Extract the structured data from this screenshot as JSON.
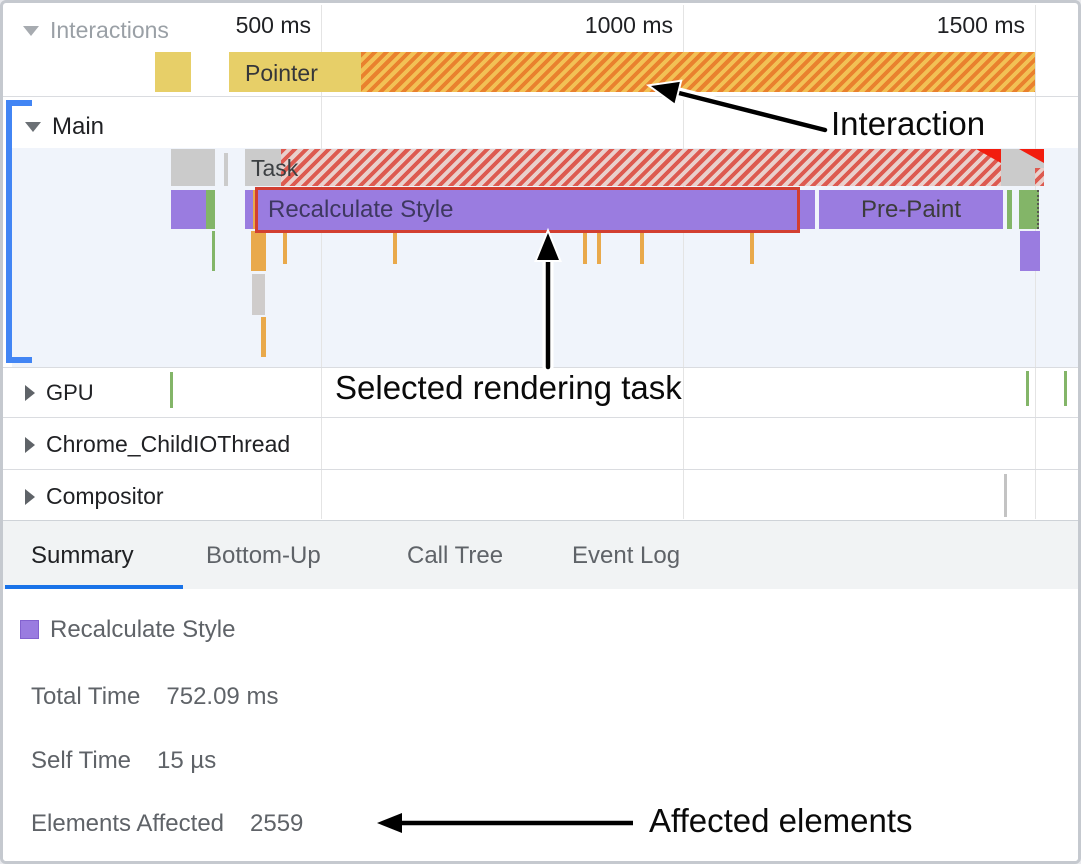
{
  "ruler": {
    "labels": [
      {
        "text": "500 ms"
      },
      {
        "text": "1000 ms"
      },
      {
        "text": "1500 ms"
      }
    ]
  },
  "tracks": {
    "interactions": {
      "label": "Interactions",
      "pointer": "Pointer"
    },
    "main": {
      "label": "Main",
      "task": "Task",
      "selected": "Recalculate Style",
      "prepaint": "Pre-Paint"
    },
    "gpu": {
      "label": "GPU"
    },
    "child_io": {
      "label": "Chrome_ChildIOThread"
    },
    "compositor": {
      "label": "Compositor"
    }
  },
  "annotations": {
    "interaction": "Interaction",
    "selected_task": "Selected rendering task",
    "affected": "Affected elements"
  },
  "tabs": [
    {
      "label": "Summary",
      "selected": true
    },
    {
      "label": "Bottom-Up",
      "selected": false
    },
    {
      "label": "Call Tree",
      "selected": false
    },
    {
      "label": "Event Log",
      "selected": false
    }
  ],
  "summary": {
    "event_name": "Recalculate Style",
    "rows": [
      {
        "label": "Total Time",
        "value": "752.09 ms"
      },
      {
        "label": "Self Time",
        "value": "15 µs"
      },
      {
        "label": "Elements Affected",
        "value": "2559"
      }
    ]
  },
  "colors": {
    "purple": "#9a7ce0",
    "green": "#83b568",
    "yellow": "#e7cf68",
    "orange": "#e9a94b",
    "gray-block": "#cbcbcb",
    "red-stripe": "#dd5a50",
    "red-stripe-bg": "#e9d0cc",
    "orange-stripe": "#e9812e",
    "orange-stripe-bg": "#f2c155",
    "selection-red": "#d23f31",
    "warn-red": "#f21d0e",
    "bracket-blue": "#4285f4",
    "tab-accent": "#1a73e8",
    "text-dark": "#202124",
    "text-gray": "#5f6368",
    "label-gray": "#9aa0a6",
    "grid": "#e4e4e4",
    "flame-bg": "#f0f4fb",
    "panel-bg": "#f1f3f4",
    "row-border": "#dadce0"
  }
}
